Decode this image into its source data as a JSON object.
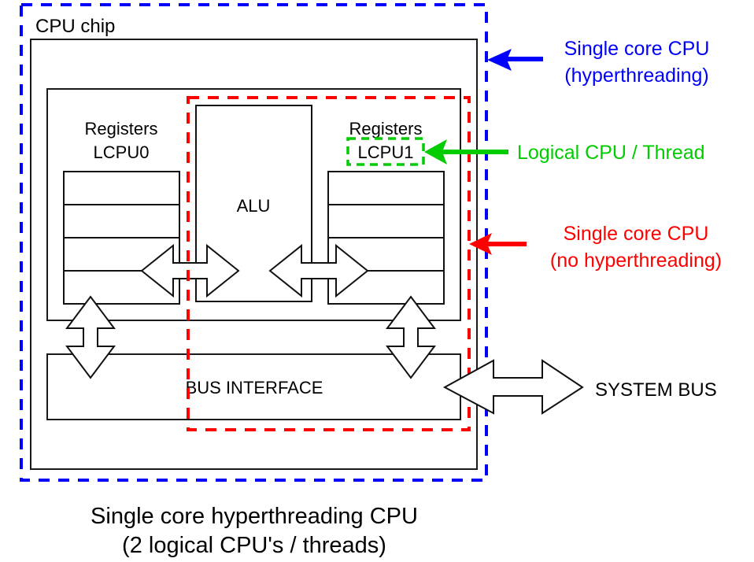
{
  "diagram": {
    "chip_label": "CPU chip",
    "registers_lcpu0": {
      "line1": "Registers",
      "line2": "LCPU0"
    },
    "registers_lcpu1": {
      "line1": "Registers",
      "line2": "LCPU1"
    },
    "alu_label": "ALU",
    "bus_interface_label": "BUS INTERFACE",
    "system_bus_label": "SYSTEM BUS",
    "annotations": {
      "hyperthreading": {
        "line1": "Single core CPU",
        "line2": "(hyperthreading)",
        "color": "#0000ff"
      },
      "logical_cpu": {
        "line1": "Logical CPU / Thread",
        "color": "#00cc00"
      },
      "no_hyperthreading": {
        "line1": "Single core CPU",
        "line2": "(no hyperthreading)",
        "color": "#ff0000"
      }
    },
    "caption": {
      "line1": "Single core hyperthreading CPU",
      "line2": "(2 logical CPU's / threads)"
    }
  }
}
